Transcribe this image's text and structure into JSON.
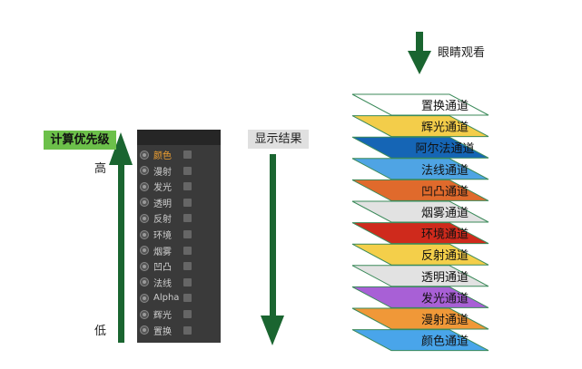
{
  "left": {
    "priority_label": "计算优先级",
    "high_label": "高",
    "low_label": "低",
    "panel_items": [
      {
        "label": "颜色",
        "active": true
      },
      {
        "label": "漫射"
      },
      {
        "label": "发光"
      },
      {
        "label": "透明"
      },
      {
        "label": "反射"
      },
      {
        "label": "环境"
      },
      {
        "label": "烟雾"
      },
      {
        "label": "凹凸"
      },
      {
        "label": "法线"
      },
      {
        "label": "Alpha"
      },
      {
        "label": "辉光"
      },
      {
        "label": "置换"
      }
    ]
  },
  "middle": {
    "result_label": "显示结果"
  },
  "right": {
    "view_label": "眼睛观看",
    "layers": [
      {
        "label": "置换通道",
        "color": "#ffffff"
      },
      {
        "label": "辉光通道",
        "color": "#f3cd4a"
      },
      {
        "label": "阿尔法通道",
        "color": "#1565b5"
      },
      {
        "label": "法线通道",
        "color": "#4fa4e4"
      },
      {
        "label": "凹凸通道",
        "color": "#e06a2c"
      },
      {
        "label": "烟雾通道",
        "color": "#e2e2e2"
      },
      {
        "label": "环境通道",
        "color": "#cf2a1c"
      },
      {
        "label": "反射通道",
        "color": "#f4cf4a"
      },
      {
        "label": "透明通道",
        "color": "#e2e2e2"
      },
      {
        "label": "发光通道",
        "color": "#a860d6"
      },
      {
        "label": "漫射通道",
        "color": "#f09838"
      },
      {
        "label": "颜色通道",
        "color": "#49a5ea"
      }
    ]
  },
  "colors": {
    "arrow": "#1a6530",
    "active_item": "#f0a030"
  }
}
